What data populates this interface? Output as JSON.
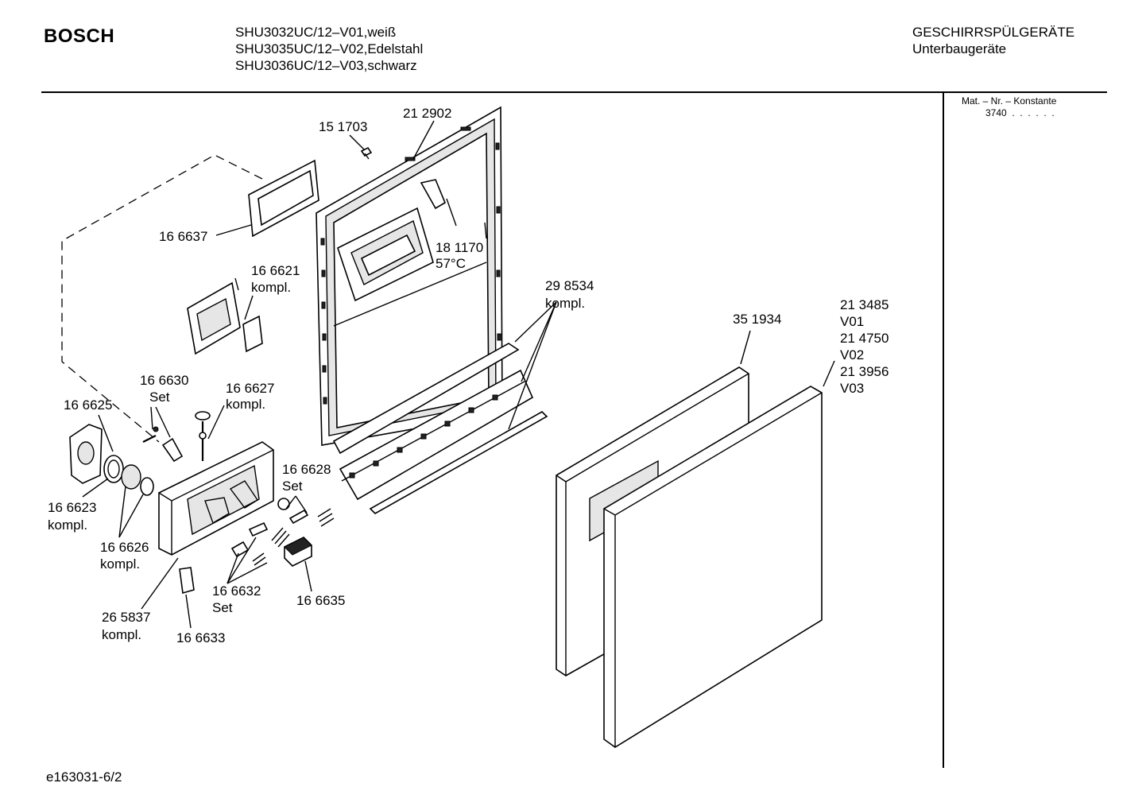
{
  "header": {
    "brand": "BOSCH",
    "models": [
      "SHU3032UC/12–V01,weiß",
      "SHU3035UC/12–V02,Edelstahl",
      "SHU3036UC/12–V03,schwarz"
    ],
    "category": [
      "GESCHIRRSPÜLGERÄTE",
      "Unterbaugeräte"
    ]
  },
  "sidebar": {
    "mat_header": "Mat. – Nr. – Konstante",
    "mat_value": "3740  .  .  .  .  .  ."
  },
  "footer": {
    "diagram_id": "e163031-6/2"
  },
  "labels": {
    "p212902": "21 2902",
    "p151703": "15 1703",
    "p166637": "16 6637",
    "p181170": "18 1170",
    "p181170_temp": "57°C",
    "p166621": "16 6621",
    "p166621_sub": "kompl.",
    "p298534": "29 8534",
    "p298534_sub": "kompl.",
    "p351934": "35 1934",
    "p213485": "21 3485",
    "p213485_v": "V01",
    "p214750": "21 4750",
    "p214750_v": "V02",
    "p213956": "21 3956",
    "p213956_v": "V03",
    "p166630": "16 6630",
    "p166630_sub": "Set",
    "p166627": "16 6627",
    "p166627_sub": "kompl.",
    "p166625": "16 6625",
    "p166628": "16 6628",
    "p166628_sub": "Set",
    "p166623": "16 6623",
    "p166623_sub": "kompl.",
    "p166626": "16 6626",
    "p166626_sub": "kompl.",
    "p166632": "16 6632",
    "p166632_sub": "Set",
    "p166635": "16 6635",
    "p265837": "26 5837",
    "p265837_sub": "kompl.",
    "p166633": "16 6633"
  }
}
